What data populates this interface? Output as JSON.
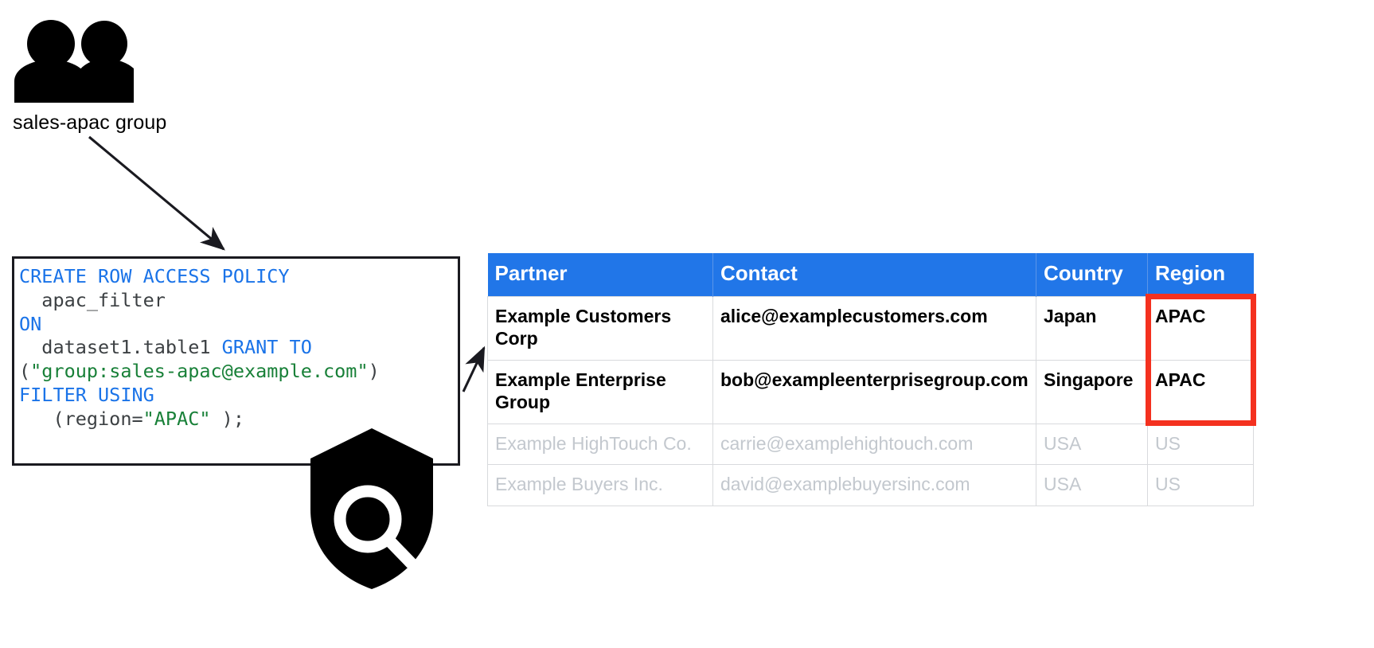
{
  "diagram": {
    "title": "BigQuery row-level access policy diagram",
    "group": {
      "icon": "people-group-icon",
      "label": "sales-apac group"
    },
    "policy_box": {
      "icon": "shield-search-icon",
      "language": "sql",
      "lines": [
        {
          "segments": [
            {
              "text": "CREATE ROW ACCESS POLICY",
              "style": "kw"
            }
          ]
        },
        {
          "segments": [
            {
              "text": "  apac_filter",
              "style": "plain"
            }
          ]
        },
        {
          "segments": [
            {
              "text": "ON",
              "style": "kw"
            }
          ]
        },
        {
          "segments": [
            {
              "text": "  dataset1.table1 ",
              "style": "plain"
            },
            {
              "text": "GRANT TO",
              "style": "kw"
            }
          ]
        },
        {
          "segments": [
            {
              "text": "(",
              "style": "plain"
            },
            {
              "text": "\"group:sales-apac@example.com\"",
              "style": "str"
            },
            {
              "text": ")",
              "style": "plain"
            }
          ]
        },
        {
          "segments": [
            {
              "text": "FILTER USING",
              "style": "kw"
            }
          ]
        },
        {
          "segments": [
            {
              "text": "   (region=",
              "style": "plain"
            },
            {
              "text": "\"APAC\"",
              "style": "str"
            },
            {
              "text": " );",
              "style": "plain"
            }
          ]
        }
      ],
      "plain_text": "CREATE ROW ACCESS POLICY\n  apac_filter\nON\n  dataset1.table1 GRANT TO\n(\"group:sales-apac@example.com\")\nFILTER USING\n   (region=\"APAC\" );"
    },
    "arrows": [
      {
        "name": "group-to-policy-arrow",
        "from": "sales-apac group",
        "to": "policy box"
      },
      {
        "name": "policy-to-table-arrow",
        "from": "policy box",
        "to": "partner table"
      }
    ],
    "colors": {
      "header_blue": "#2176e8",
      "keyword_blue": "#1a73e8",
      "string_green": "#188038",
      "highlight_red": "#f4311f",
      "muted_gray": "#c3c8ce",
      "border_gray": "#d8dadd",
      "ink_black": "#000000"
    }
  },
  "table": {
    "name": "partner-access-table",
    "columns": [
      "Partner",
      "Contact",
      "Country",
      "Region"
    ],
    "rows": [
      {
        "visible": true,
        "cells": [
          "Example Customers Corp",
          "alice@examplecustomers.com",
          "Japan",
          "APAC"
        ]
      },
      {
        "visible": true,
        "cells": [
          "Example Enterprise Group",
          "bob@exampleenterprisegroup.com",
          "Singapore",
          "APAC"
        ]
      },
      {
        "visible": false,
        "cells": [
          "Example HighTouch Co.",
          "carrie@examplehightouch.com",
          "USA",
          "US"
        ]
      },
      {
        "visible": false,
        "cells": [
          "Example Buyers Inc.",
          "david@examplebuyersinc.com",
          "USA",
          "US"
        ]
      }
    ],
    "highlight": {
      "name": "region-apac-highlight",
      "column": "Region",
      "value": "APAC",
      "rows": [
        0,
        1
      ],
      "color": "#f4311f"
    }
  }
}
